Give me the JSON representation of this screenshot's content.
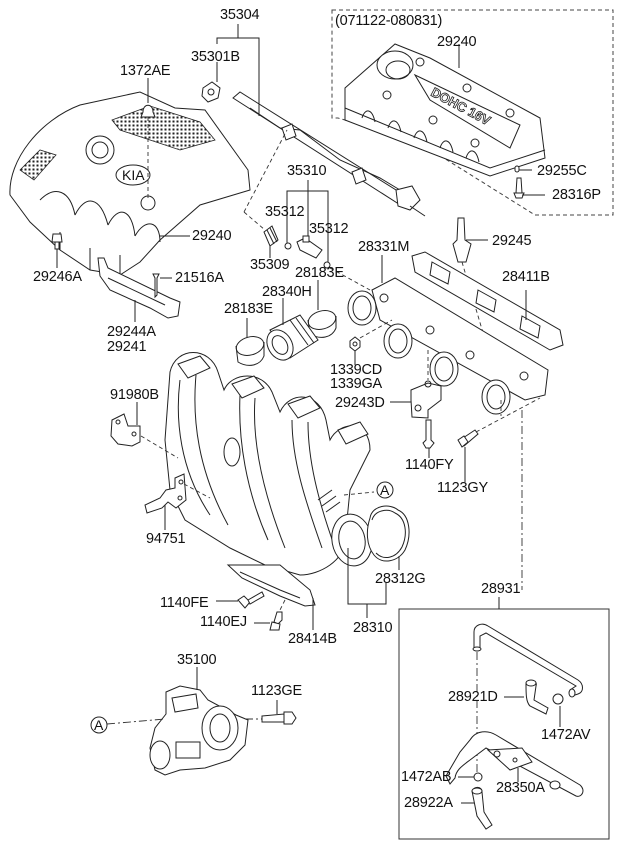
{
  "diagram": {
    "title": "Intake Manifold / Engine Cover Parts Diagram",
    "date_range_note": "(071122-080831)",
    "cover_emboss_text": "DOHC 16V",
    "brand_badge_text": "KIA",
    "reference_marker": "A",
    "parts": {
      "p35304": "35304",
      "p35301B": "35301B",
      "p1372AE": "1372AE",
      "p29240_top": "29240",
      "p29240_left": "29240",
      "p29255C": "29255C",
      "p28316P": "28316P",
      "p35310": "35310",
      "p35312_a": "35312",
      "p35312_b": "35312",
      "p35309": "35309",
      "p28183E_a": "28183E",
      "p28183E_b": "28183E",
      "p28340H": "28340H",
      "p28331M": "28331M",
      "p29245": "29245",
      "p28411B": "28411B",
      "p29246A": "29246A",
      "p21516A": "21516A",
      "p29244A": "29244A",
      "p29241": "29241",
      "p1339CD": "1339CD",
      "p1339GA": "1339GA",
      "p29243D": "29243D",
      "p1140FY": "1140FY",
      "p1123GY": "1123GY",
      "p91980B": "91980B",
      "p94751": "94751",
      "p28312G": "28312G",
      "p28310": "28310",
      "p1140FE": "1140FE",
      "p1140EJ": "1140EJ",
      "p28414B": "28414B",
      "p28931": "28931",
      "p35100": "35100",
      "p1123GE": "1123GE",
      "p28921D": "28921D",
      "p1472AV": "1472AV",
      "p1472AB": "1472AB",
      "p28350A": "28350A",
      "p28922A": "28922A"
    }
  }
}
